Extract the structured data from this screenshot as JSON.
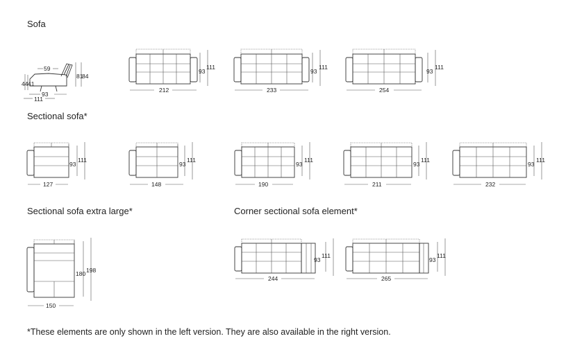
{
  "sections": {
    "sofa": "Sofa",
    "sectional": "Sectional sofa*",
    "sectional_xl": "Sectional sofa extra large*",
    "corner": "Corner sectional sofa element*"
  },
  "footnote": "*These elements are only shown in the left version. They are also available in the right version.",
  "side_view": {
    "recline": "59",
    "seat_h1": "44",
    "seat_h2": "41",
    "back_h1": "81",
    "back_h2": "84",
    "depth1": "93",
    "depth2": "111"
  },
  "sofas": [
    {
      "width": "212",
      "depth1": "93",
      "depth2": "111"
    },
    {
      "width": "233",
      "depth1": "93",
      "depth2": "111"
    },
    {
      "width": "254",
      "depth1": "93",
      "depth2": "111"
    }
  ],
  "sectionals": [
    {
      "width": "127",
      "depth1": "93",
      "depth2": "111"
    },
    {
      "width": "148",
      "depth1": "93",
      "depth2": "111"
    },
    {
      "width": "190",
      "depth1": "93",
      "depth2": "111"
    },
    {
      "width": "211",
      "depth1": "93",
      "depth2": "111"
    },
    {
      "width": "232",
      "depth1": "93",
      "depth2": "111"
    }
  ],
  "sectional_xl": {
    "width": "150",
    "depth1": "180",
    "depth2": "198"
  },
  "corners": [
    {
      "width": "244",
      "depth1": "93",
      "depth2": "111"
    },
    {
      "width": "265",
      "depth1": "93",
      "depth2": "111"
    }
  ]
}
